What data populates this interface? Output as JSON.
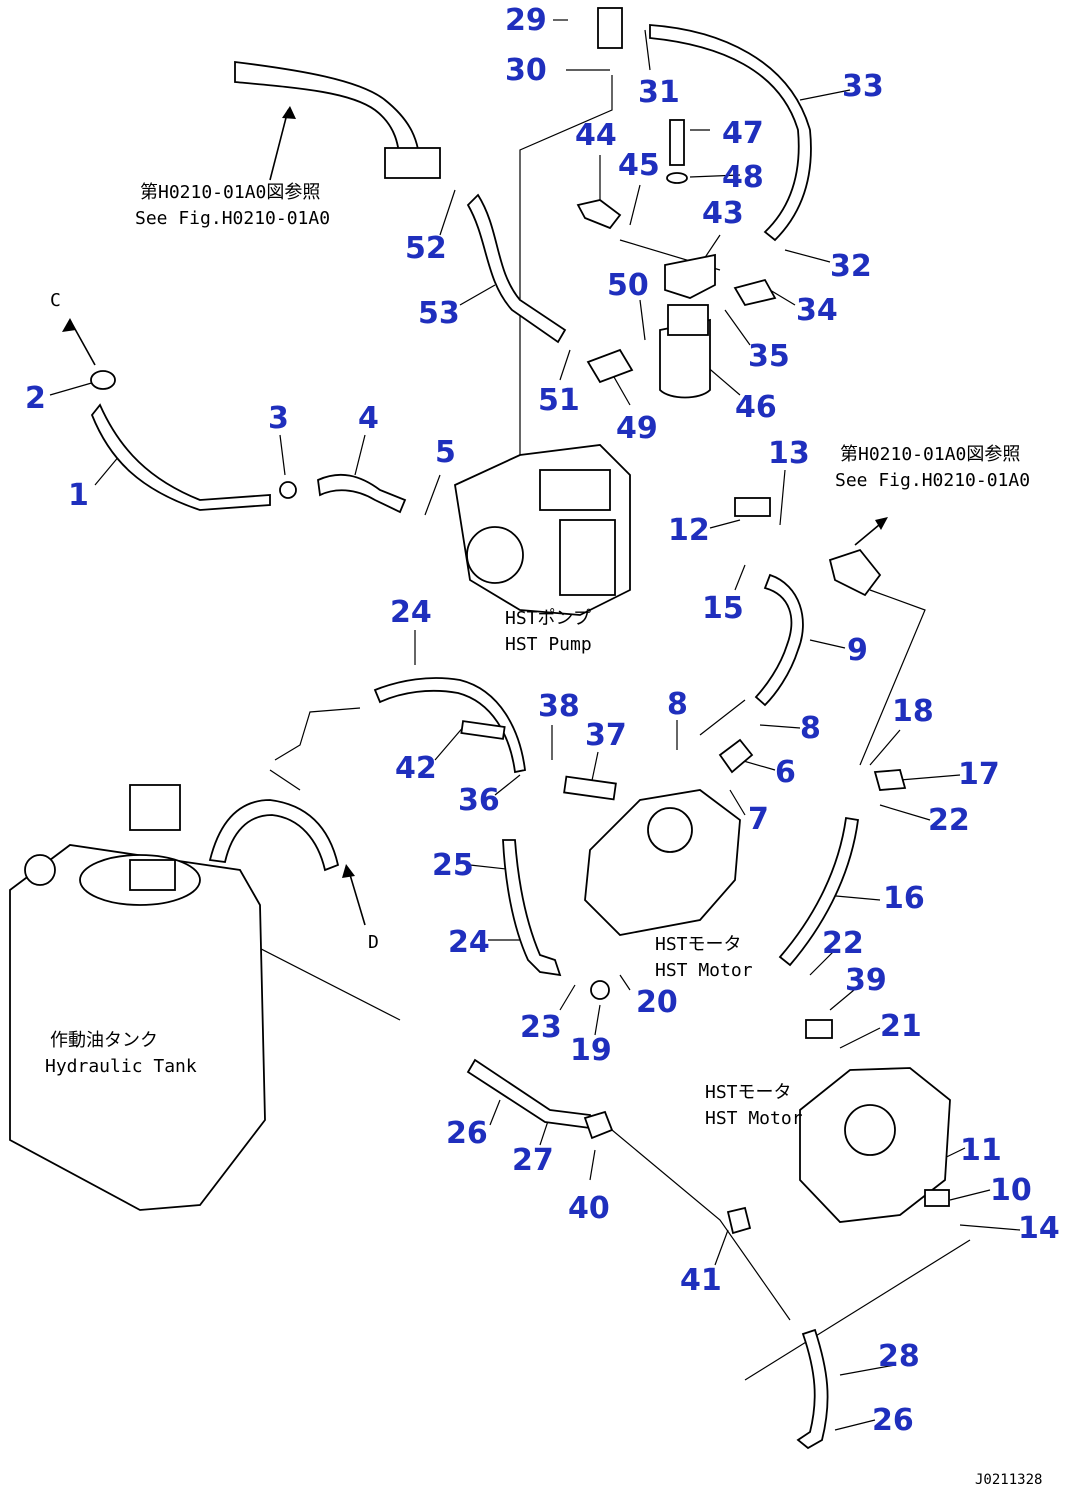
{
  "labels": {
    "hst_pump_jp": "HSTポンプ",
    "hst_pump_en": "HST Pump",
    "hst_motor_upper_jp": "HSTモータ",
    "hst_motor_upper_en": "HST Motor",
    "hst_motor_lower_jp": "HSTモータ",
    "hst_motor_lower_en": "HST Motor",
    "tank_jp": "作動油タンク",
    "tank_en": "Hydraulic Tank",
    "ref_top_jp": "第H0210-01A0図参照",
    "ref_top_en": "See Fig.H0210-01A0",
    "ref_right_jp": "第H0210-01A0図参照",
    "ref_right_en": "See Fig.H0210-01A0",
    "flow_marker_1": "C",
    "flow_marker_2": "D",
    "drawing_code": "J0211328"
  },
  "callouts": [
    "29",
    "30",
    "31",
    "33",
    "44",
    "47",
    "45",
    "48",
    "43",
    "32",
    "34",
    "50",
    "35",
    "46",
    "52",
    "53",
    "51",
    "49",
    "2",
    "3",
    "4",
    "1",
    "5",
    "13",
    "12",
    "15",
    "9",
    "24",
    "38",
    "37",
    "8",
    "8",
    "6",
    "7",
    "42",
    "36",
    "18",
    "17",
    "22",
    "16",
    "25",
    "24",
    "22",
    "39",
    "21",
    "23",
    "20",
    "19",
    "26",
    "27",
    "40",
    "11",
    "10",
    "14",
    "41",
    "28",
    "26"
  ]
}
